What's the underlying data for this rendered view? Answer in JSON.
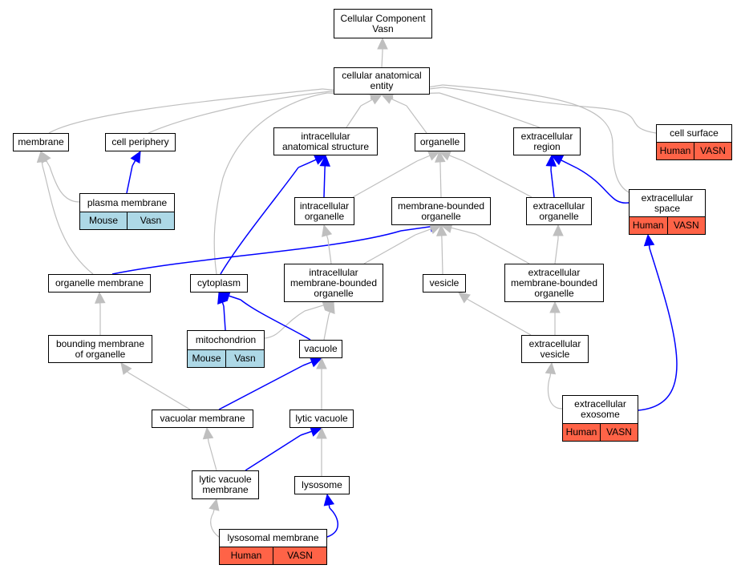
{
  "graph": {
    "colors": {
      "is_a": "#bfbfbf",
      "part_of": "#0000ff",
      "mouse": "#add8e6",
      "human": "#ff6347"
    },
    "nodes": {
      "root": {
        "lines": [
          "Cellular Component",
          "Vasn"
        ]
      },
      "cae": {
        "lines": [
          "cellular anatomical",
          "entity"
        ]
      },
      "membrane": {
        "lines": [
          "membrane"
        ]
      },
      "cellper": {
        "lines": [
          "cell periphery"
        ]
      },
      "ias": {
        "lines": [
          "intracellular",
          "anatomical structure"
        ]
      },
      "organelle": {
        "lines": [
          "organelle"
        ]
      },
      "exreg": {
        "lines": [
          "extracellular",
          "region"
        ]
      },
      "cellsurf": {
        "lines": [
          "cell surface"
        ],
        "tags": [
          "Human",
          "VASN"
        ],
        "species": "human"
      },
      "plasmamem": {
        "lines": [
          "plasma membrane"
        ],
        "tags": [
          "Mouse",
          "Vasn"
        ],
        "species": "mouse"
      },
      "intraorg": {
        "lines": [
          "intracellular",
          "organelle"
        ]
      },
      "mbo": {
        "lines": [
          "membrane-bounded",
          "organelle"
        ]
      },
      "exorg": {
        "lines": [
          "extracellular",
          "organelle"
        ]
      },
      "exspace": {
        "lines": [
          "extracellular",
          "space"
        ],
        "tags": [
          "Human",
          "VASN"
        ],
        "species": "human"
      },
      "orgmem": {
        "lines": [
          "organelle membrane"
        ]
      },
      "cytoplasm": {
        "lines": [
          "cytoplasm"
        ]
      },
      "imbo": {
        "lines": [
          "intracellular",
          "membrane-bounded",
          "organelle"
        ]
      },
      "vesicle": {
        "lines": [
          "vesicle"
        ]
      },
      "embo": {
        "lines": [
          "extracellular",
          "membrane-bounded",
          "organelle"
        ]
      },
      "bmo": {
        "lines": [
          "bounding membrane",
          "of organelle"
        ]
      },
      "mito": {
        "lines": [
          "mitochondrion"
        ],
        "tags": [
          "Mouse",
          "Vasn"
        ],
        "species": "mouse"
      },
      "vacuole": {
        "lines": [
          "vacuole"
        ]
      },
      "exves": {
        "lines": [
          "extracellular",
          "vesicle"
        ]
      },
      "vacmem": {
        "lines": [
          "vacuolar membrane"
        ]
      },
      "lytvac": {
        "lines": [
          "lytic vacuole"
        ]
      },
      "exosome": {
        "lines": [
          "extracellular",
          "exosome"
        ],
        "tags": [
          "Human",
          "VASN"
        ],
        "species": "human"
      },
      "lvm": {
        "lines": [
          "lytic vacuole",
          "membrane"
        ]
      },
      "lysosome": {
        "lines": [
          "lysosome"
        ]
      },
      "lysmem": {
        "lines": [
          "lysosomal membrane"
        ],
        "tags": [
          "Human",
          "VASN"
        ],
        "species": "human"
      }
    },
    "edges": [
      {
        "from": "cae",
        "to": "root",
        "type": "is_a"
      },
      {
        "from": "membrane",
        "to": "cae",
        "type": "is_a"
      },
      {
        "from": "cellper",
        "to": "cae",
        "type": "is_a"
      },
      {
        "from": "ias",
        "to": "cae",
        "type": "is_a"
      },
      {
        "from": "organelle",
        "to": "cae",
        "type": "is_a"
      },
      {
        "from": "exreg",
        "to": "cae",
        "type": "is_a"
      },
      {
        "from": "cellsurf",
        "to": "cae",
        "type": "is_a"
      },
      {
        "from": "exspace",
        "to": "cae",
        "type": "is_a"
      },
      {
        "from": "cytoplasm",
        "to": "cae",
        "type": "is_a"
      },
      {
        "from": "plasmamem",
        "to": "membrane",
        "type": "is_a"
      },
      {
        "from": "plasmamem",
        "to": "cellper",
        "type": "part_of"
      },
      {
        "from": "intraorg",
        "to": "ias",
        "type": "part_of"
      },
      {
        "from": "intraorg",
        "to": "organelle",
        "type": "is_a"
      },
      {
        "from": "mbo",
        "to": "organelle",
        "type": "is_a"
      },
      {
        "from": "exorg",
        "to": "organelle",
        "type": "is_a"
      },
      {
        "from": "exorg",
        "to": "exreg",
        "type": "part_of"
      },
      {
        "from": "exspace",
        "to": "exreg",
        "type": "part_of"
      },
      {
        "from": "orgmem",
        "to": "membrane",
        "type": "is_a"
      },
      {
        "from": "orgmem",
        "to": "mbo",
        "type": "part_of"
      },
      {
        "from": "cytoplasm",
        "to": "ias",
        "type": "part_of"
      },
      {
        "from": "imbo",
        "to": "intraorg",
        "type": "is_a"
      },
      {
        "from": "imbo",
        "to": "mbo",
        "type": "is_a"
      },
      {
        "from": "vesicle",
        "to": "mbo",
        "type": "is_a"
      },
      {
        "from": "embo",
        "to": "mbo",
        "type": "is_a"
      },
      {
        "from": "embo",
        "to": "exorg",
        "type": "is_a"
      },
      {
        "from": "bmo",
        "to": "orgmem",
        "type": "is_a"
      },
      {
        "from": "mito",
        "to": "cytoplasm",
        "type": "part_of"
      },
      {
        "from": "mito",
        "to": "imbo",
        "type": "is_a"
      },
      {
        "from": "vacuole",
        "to": "cytoplasm",
        "type": "part_of"
      },
      {
        "from": "vacuole",
        "to": "imbo",
        "type": "is_a"
      },
      {
        "from": "exves",
        "to": "vesicle",
        "type": "is_a"
      },
      {
        "from": "exves",
        "to": "embo",
        "type": "is_a"
      },
      {
        "from": "vacmem",
        "to": "bmo",
        "type": "is_a"
      },
      {
        "from": "vacmem",
        "to": "vacuole",
        "type": "part_of"
      },
      {
        "from": "lytvac",
        "to": "vacuole",
        "type": "is_a"
      },
      {
        "from": "exosome",
        "to": "exves",
        "type": "is_a"
      },
      {
        "from": "exosome",
        "to": "exspace",
        "type": "part_of"
      },
      {
        "from": "lvm",
        "to": "vacmem",
        "type": "is_a"
      },
      {
        "from": "lvm",
        "to": "lytvac",
        "type": "part_of"
      },
      {
        "from": "lysosome",
        "to": "lytvac",
        "type": "is_a"
      },
      {
        "from": "lysmem",
        "to": "lvm",
        "type": "is_a"
      },
      {
        "from": "lysmem",
        "to": "lysosome",
        "type": "part_of"
      }
    ]
  }
}
